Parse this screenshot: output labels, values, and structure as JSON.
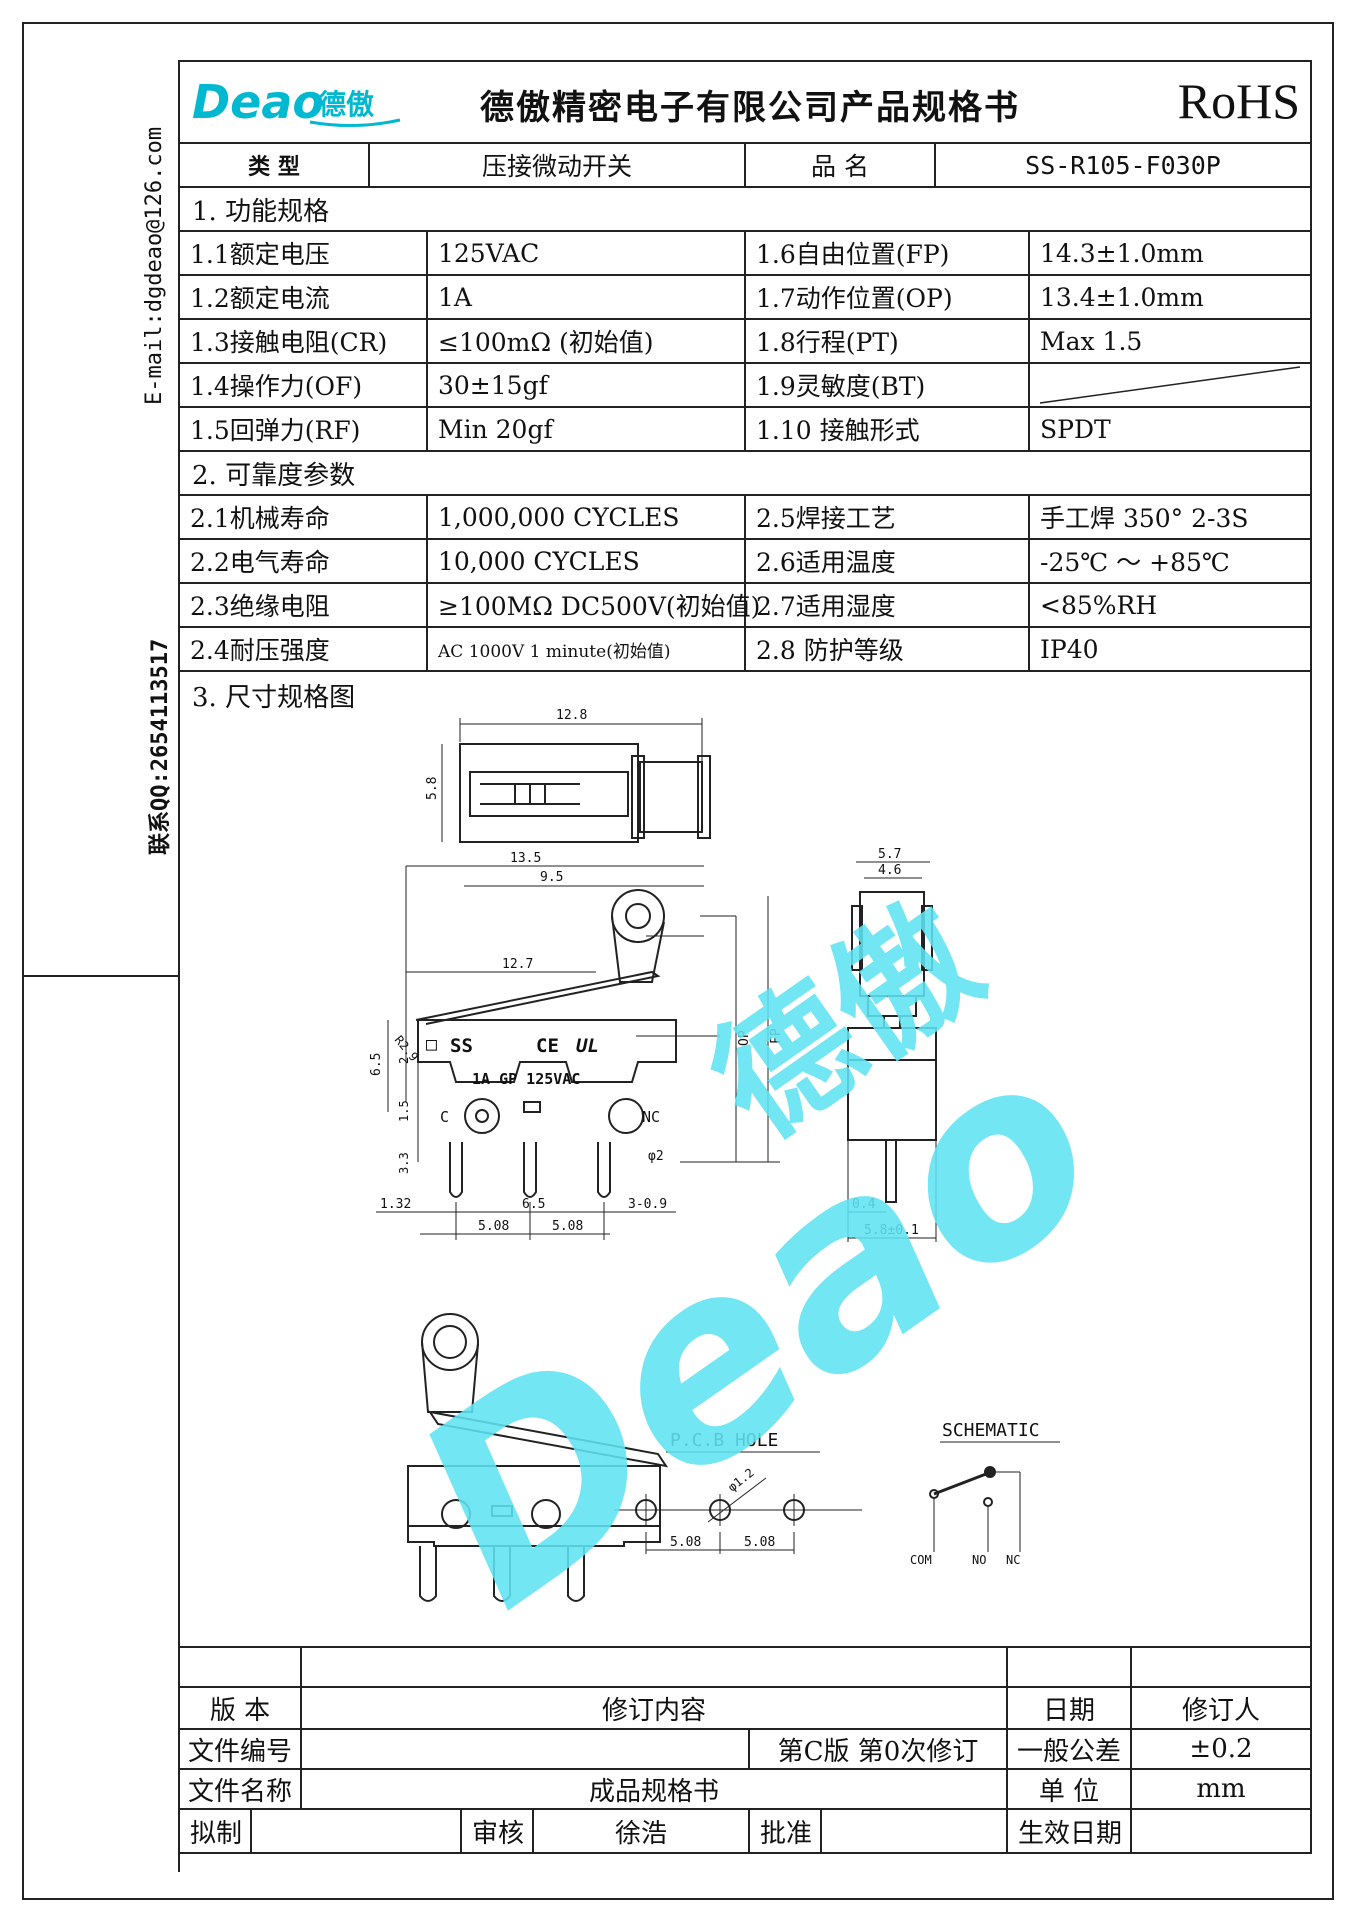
{
  "side": {
    "email": "E-mail:dgdeao@126.com",
    "qq": "联系QQ:2654113517"
  },
  "header": {
    "logo_text": "Deao",
    "logo_cn": "德傲",
    "title": "德傲精密电子有限公司产品规格书",
    "rohs": "RoHS"
  },
  "info": {
    "type_label": "类  型",
    "type_value": "压接微动开关",
    "name_label": "品  名",
    "name_value": "SS-R105-F030P"
  },
  "section1": {
    "title": "1. 功能规格",
    "rows": [
      [
        "1.1额定电压",
        "125VAC",
        "1.6自由位置(FP)",
        "14.3±1.0mm"
      ],
      [
        "1.2额定电流",
        "1A",
        "1.7动作位置(OP)",
        "13.4±1.0mm"
      ],
      [
        "1.3接触电阻(CR)",
        "≤100mΩ (初始值)",
        "1.8行程(PT)",
        "Max 1.5"
      ],
      [
        "1.4操作力(OF)",
        "30±15gf",
        "1.9灵敏度(BT)",
        ""
      ],
      [
        "1.5回弹力(RF)",
        "Min 20gf",
        "1.10 接触形式",
        "SPDT"
      ]
    ]
  },
  "section2": {
    "title": "2. 可靠度参数",
    "rows": [
      [
        "2.1机械寿命",
        "1,000,000 CYCLES",
        "2.5焊接工艺",
        "手工焊 350° 2-3S"
      ],
      [
        "2.2电气寿命",
        "10,000  CYCLES",
        "2.6适用温度",
        "-25℃ ～ +85℃"
      ],
      [
        "2.3绝缘电阻",
        "≥100MΩ DC500V(初始值)",
        "2.7适用湿度",
        "<85%RH"
      ],
      [
        "2.4耐压强度",
        "AC 1000V 1 minute(初始值)",
        "2.8 防护等级",
        "IP40"
      ]
    ]
  },
  "section3": {
    "title": "3. 尺寸规格图",
    "dims": {
      "top_w": "12.8",
      "top_h": "5.8",
      "d135": "13.5",
      "d95": "9.5",
      "d127": "12.7",
      "op": "OP",
      "fp": "FP",
      "d65": "6.5",
      "d2": "2",
      "d15": "1.5",
      "d33": "3.3",
      "d132": "1.32",
      "d65b": "6.5",
      "d309": "3-0.9",
      "d508a": "5.08",
      "d508b": "5.08",
      "phi2": "φ2",
      "r29": "R2.9",
      "c": "C",
      "nc": "NC",
      "ss": "SS",
      "ce": "CE",
      "ul": "UL",
      "rating": "1A  GP  125VAC",
      "d57": "5.7",
      "d46": "4.6",
      "d04": "0.4",
      "d58": "5.8±0.1",
      "pcb_title": "P.C.B HOLE",
      "pcb_phi": "φ1.2",
      "pcb_a": "5.08",
      "pcb_b": "5.08",
      "sch_title": "SCHEMATIC",
      "com": "COM",
      "no": "NO",
      "nc2": "NC"
    }
  },
  "revision": {
    "version_label": "版 本",
    "content_label": "修订内容",
    "date_label": "日期",
    "reviser_label": "修订人",
    "fileno_label": "文件编号",
    "edition": "第C版 第0次修订",
    "tol_label": "一般公差",
    "tol_value": "±0.2",
    "filename_label": "文件名称",
    "filename_value": "成品规格书",
    "unit_label": "单 位",
    "unit_value": "mm",
    "draft_label": "拟制",
    "review_label": "审核",
    "reviewer": "徐浩",
    "approve_label": "批准",
    "effective_label": "生效日期"
  },
  "colors": {
    "watermark": "#5fe3f2",
    "line": "#222222"
  }
}
